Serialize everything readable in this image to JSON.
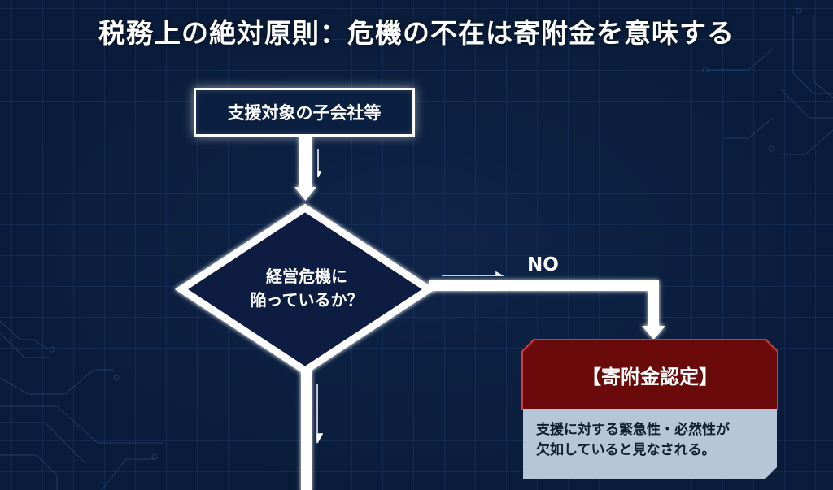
{
  "title": "税務上の絶対原則：危機の不在は寄附金を意味する",
  "flow": {
    "start_node": "支援対象の子会社等",
    "decision": {
      "line1": "経営危機に",
      "line2": "陥っているか？"
    },
    "branch_no_label": "NO",
    "result": {
      "heading": "【寄附金認定】",
      "line1": "支援に対する緊急性・必然性が",
      "line2": "欠如していると見なされる。"
    }
  },
  "colors": {
    "background": "#0b1f40",
    "grid": "#3c6eaa",
    "line": "#ffffff",
    "result_header": "#6a0a0a",
    "result_border": "#d23a3a",
    "result_body": "#b6c6d9"
  }
}
